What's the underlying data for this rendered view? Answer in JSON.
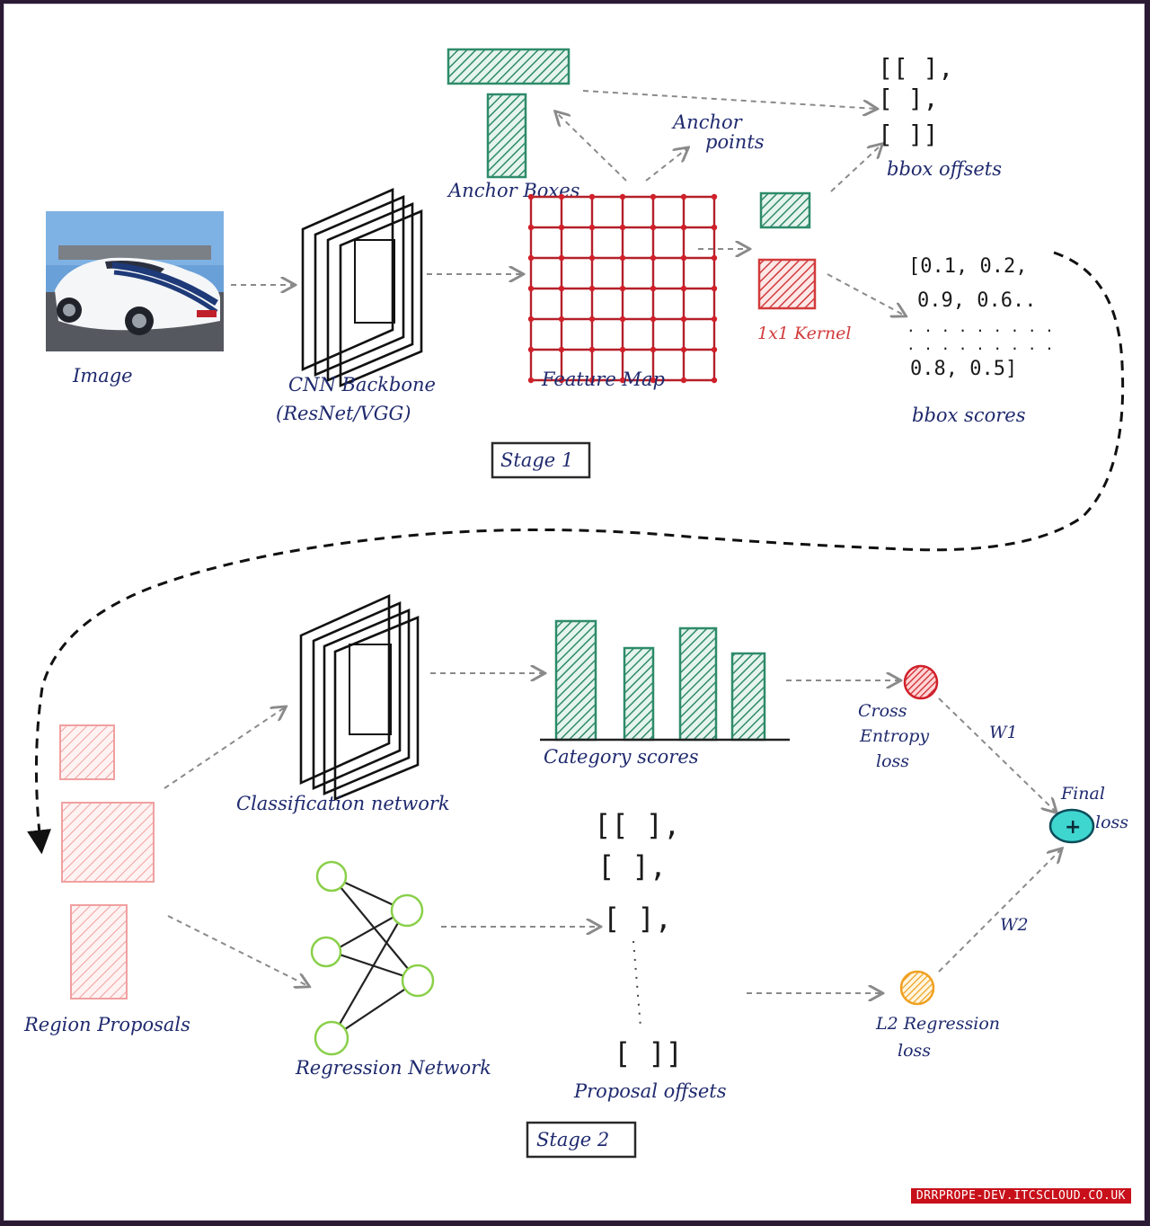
{
  "labels": {
    "image": "Image",
    "cnn_backbone_line1": "CNN Backbone",
    "cnn_backbone_line2": "(ResNet/VGG)",
    "anchor_boxes": "Anchor Boxes",
    "anchor_points_line1": "Anchor",
    "anchor_points_line2": "points",
    "feature_map": "Feature Map",
    "kernel": "1x1 Kernel",
    "bbox_offsets": "bbox offsets",
    "bbox_scores": "bbox scores",
    "stage1": "Stage 1",
    "classification_network": "Classification network",
    "category_scores": "Category scores",
    "cross_entropy_line1": "Cross",
    "cross_entropy_line2": "Entropy",
    "cross_entropy_line3": "loss",
    "w1": "W1",
    "w2": "W2",
    "final_loss_line1": "Final",
    "final_loss_line2": "loss",
    "region_proposals": "Region Proposals",
    "regression_network": "Regression Network",
    "proposal_offsets": "Proposal offsets",
    "l2_line1": "L2 Regression",
    "l2_line2": "loss",
    "stage2": "Stage 2"
  },
  "bbox_offsets_matrix": [
    "[[   ],",
    " [   ],",
    " [   ]]"
  ],
  "bbox_scores_matrix": [
    "[0.1, 0.2,",
    " 0.9, 0.6..",
    ". . . . . . . . .",
    ". . . . . . . . .",
    "0.8, 0.5]"
  ],
  "proposal_offsets_matrix": [
    "[[    ],",
    " [    ],",
    " [    ],",
    "[    ]]"
  ],
  "final_loss_symbol": "+",
  "watermark": "DRRPROPE-DEV.ITCSCLOUD.CO.UK",
  "colors": {
    "anchor_green": "#2e8b6a",
    "kernel_red": "#d23b3b",
    "proposal_pink": "#f0a0a0",
    "grid_red": "#b4202a",
    "loss_red": "#d0202a",
    "loss_orange": "#f0a020",
    "final_cyan": "#3fd6d0",
    "label_blue": "#1f2a6e",
    "node_green": "#8ad04a"
  }
}
